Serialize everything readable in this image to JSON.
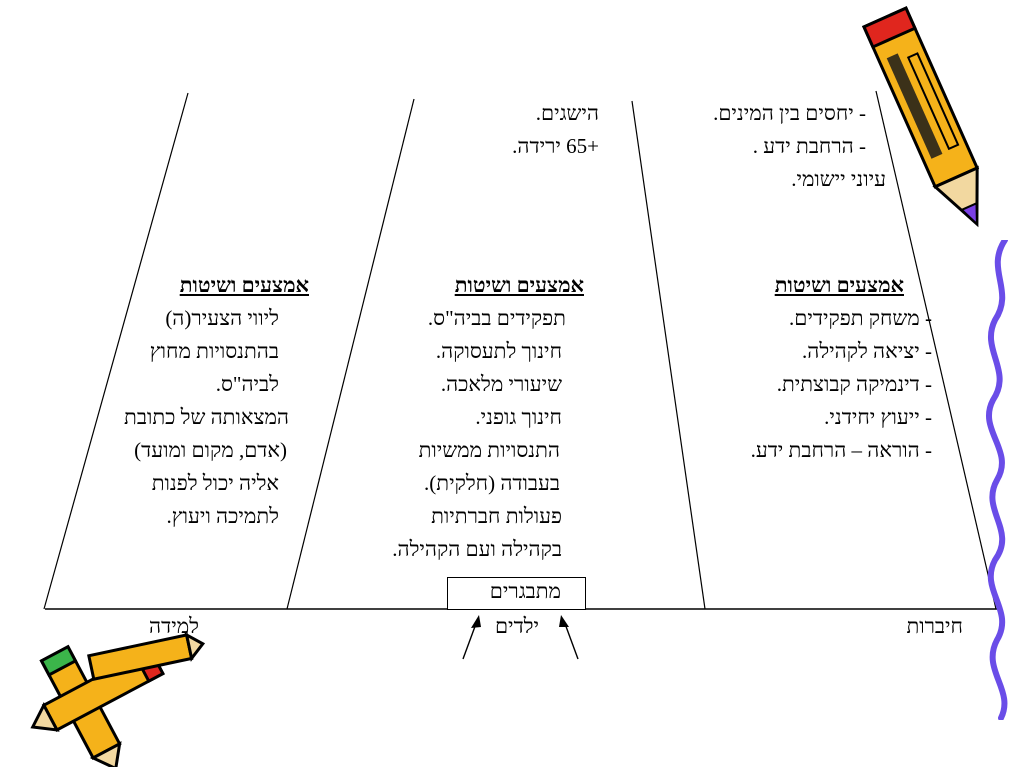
{
  "top_notes": {
    "left_col": [
      "הישגים.",
      "+65 ירידה."
    ],
    "right_col": [
      "- יחסים בין המינים.",
      "- הרחבת ידע .",
      "עיוני יישומי."
    ]
  },
  "columns": [
    {
      "heading": "אמצעים ושיטות",
      "items": [
        "-   משחק תפקידים.",
        "-   יציאה לקהילה.",
        "-   דינמיקה קבוצתית.",
        "-   ייעוץ יחידני.",
        "-   הוראה – הרחבת ידע."
      ]
    },
    {
      "heading": "אמצעים ושיטות",
      "items": [
        "תפקידים בביה\"ס.",
        "חינוך לתעסוקה.",
        "שיעורי מלאכה.",
        "חינוך גופני.",
        "התנסויות ממשיות",
        "בעבודה (חלקית).",
        "פעולות חברתיות",
        "בקהילה ועם הקהילה."
      ]
    },
    {
      "heading": "אמצעים ושיטות",
      "items": [
        "ליווי הצעיר(ה)",
        "בהתנסויות מחוץ",
        "לביה\"ס.",
        "המצאותה של כתובת",
        "(אדם, מקום ומועד)",
        "אליה יכול לפנות",
        "לתמיכה ויעוץ."
      ]
    }
  ],
  "box_label": "מתבגרים",
  "bottom_labels": {
    "right": "חיברות",
    "center": "ילדים",
    "left": "למידה"
  },
  "colors": {
    "pencil_yellow": "#F5B21A",
    "pencil_purple": "#7A3FE6",
    "pencil_red": "#E0261E",
    "pencil_green": "#3BB54A",
    "squiggle_purple": "#6A4DE8"
  }
}
